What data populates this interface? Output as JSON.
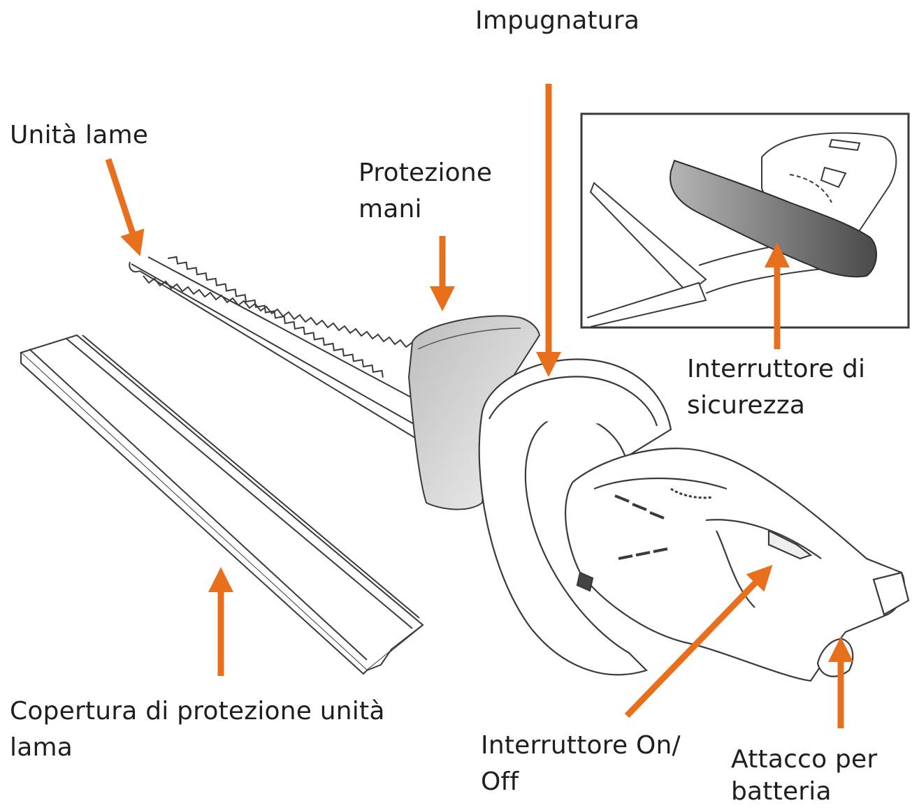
{
  "labels": {
    "impugnatura": "Impugnatura",
    "unita_lame": "Unità lame",
    "protezione_mani_1": "Protezione",
    "protezione_mani_2": "mani",
    "interruttore_sicurezza_1": "Interruttore di",
    "interruttore_sicurezza_2": "sicurezza",
    "copertura_1": "Copertura di protezione unità",
    "copertura_2": "lama",
    "interruttore_onoff_1": "Interruttore On/",
    "interruttore_onoff_2": "Off",
    "attacco_batteria_1": "Attacco per",
    "attacco_batteria_2": "batteria"
  },
  "colors": {
    "arrow": "#E8701C",
    "line": "#3a3a3a",
    "guard_fill": "#d4d4d4",
    "grip_fill": "#7a7a7a"
  }
}
